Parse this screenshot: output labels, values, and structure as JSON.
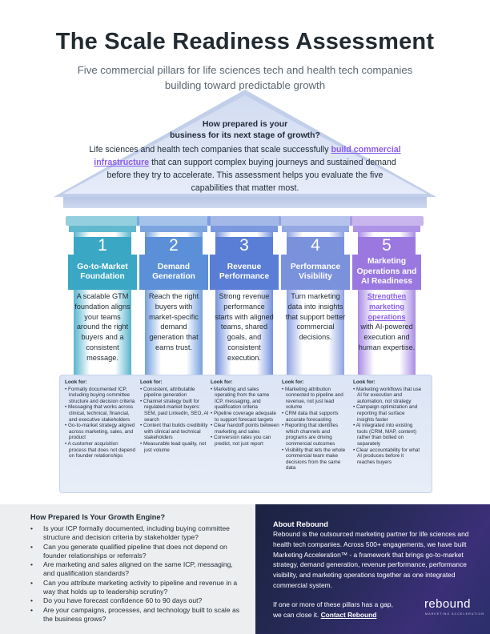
{
  "title": "The Scale Readiness Assessment",
  "subtitle": "Five commercial pillars for life sciences tech and health tech companies building toward predictable growth",
  "roof": {
    "question_line1": "How prepared is your",
    "question_line2": "business for its next stage of growth?",
    "body_pre": "Life sciences and health tech companies that scale successfully ",
    "body_link": "build commercial infrastructure",
    "body_post": " that can support complex buying journeys and sustained demand before they try to accelerate. This assessment helps you evaluate the five capabilities that matter most."
  },
  "pillars": [
    {
      "number": "1",
      "title": "Go-to-Market Foundation",
      "desc": "A scalable GTM foundation aligns your teams around the right buyers and a consistent message.",
      "color": "#3aa7c4"
    },
    {
      "number": "2",
      "title": "Demand Generation",
      "desc": "Reach the right buyers with market-specific demand generation that earns trust.",
      "color": "#5b8fd8"
    },
    {
      "number": "3",
      "title": "Revenue Performance",
      "desc": "Strong revenue performance starts with aligned teams, shared goals, and consistent execution.",
      "color": "#5a7ed6"
    },
    {
      "number": "4",
      "title": "Performance Visibility",
      "desc": "Turn marketing data into insights that support better commercial decisions.",
      "color": "#7a92dc"
    },
    {
      "number": "5",
      "title": "Marketing Operations and AI Readiness",
      "desc_link": "Strengthen marketing operations",
      "desc": "with AI-powered execution and human expertise.",
      "color": "#9a78e0"
    }
  ],
  "look_for_label": "Look for:",
  "look_for": [
    [
      "Formally documented ICP, including buying committee structure and decision criteria",
      "Messaging that works across clinical, technical, financial, and executive stakeholders",
      "Go-to-market strategy aligned across marketing, sales, and product",
      "A customer acquisition process that does not depend on founder relationships"
    ],
    [
      "Consistent, attributable pipeline generation",
      "Channel strategy built for regulated-market buyers: SEM, paid LinkedIn, SEO, AI search",
      "Content that builds credibility with clinical and technical stakeholders",
      "Measurable lead quality, not just volume"
    ],
    [
      "Marketing and sales operating from the same ICP, messaging, and qualification criteria",
      "Pipeline coverage adequate to support forecast targets",
      "Clear handoff points between marketing and sales",
      "Conversion rates you can predict, not just report"
    ],
    [
      "Marketing attribution connected to pipeline and revenue, not just lead volume",
      "CRM data that supports accurate forecasting",
      "Reporting that identifies which channels and programs are driving commercial outcomes",
      "Visibility that lets the whole commercial team make decisions from the same data"
    ],
    [
      "Marketing workflows that use AI for execution and automation, not strategy",
      "Campaign optimization and reporting that surface insights faster",
      "AI integrated into existing tools (CRM, MAP, content) rather than bolted on separately",
      "Clear accountability for what AI produces before it reaches buyers"
    ]
  ],
  "engine": {
    "title": "How Prepared Is Your Growth Engine?",
    "questions": [
      "Is your ICP formally documented, including buying committee structure and decision criteria by stakeholder type?",
      "Can you generate qualified pipeline that does not depend on founder relationships or referrals?",
      "Are marketing and sales aligned on the same ICP, messaging, and qualification standards?",
      "Can you attribute marketing activity to pipeline and revenue in a way that holds up to leadership scrutiny?",
      "Do you have forecast confidence 60 to 90 days out?",
      "Are your campaigns, processes, and technology built to scale as the business grows?"
    ]
  },
  "about": {
    "title": "About Rebound",
    "body": "Rebound is the outsourced marketing partner for life sciences and health tech companies. Across 500+ engagements, we have built Marketing Acceleration™ - a framework that brings go-to-market strategy, demand generation, revenue performance, performance visibility, and marketing operations together as one integrated commercial system.",
    "cta_text": "If one or more of these pillars has a gap, we can close it. ",
    "cta_link": "Contact Rebound",
    "logo": "rebound",
    "logo_sub": "MARKETING ACCELERATION"
  }
}
